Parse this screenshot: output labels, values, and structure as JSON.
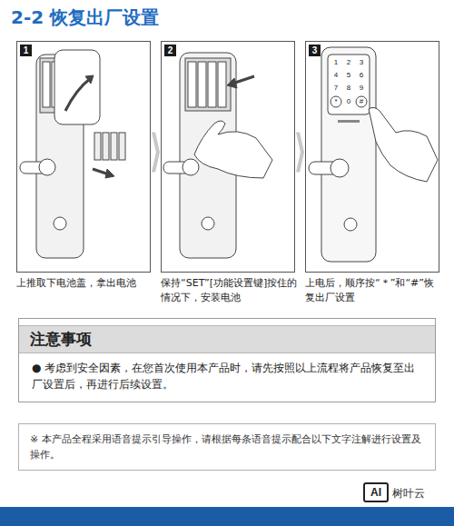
{
  "diagram": {
    "title": "2-2 恢复出厂设置",
    "nodes": [
      {
        "text": [
          "1"
        ]
      },
      {
        "text": [
          "2"
        ]
      },
      {
        "text": [
          "3"
        ]
      },
      {
        "text": [
          "注意事项",
          "● 考虑到安全因素，在您首次使用本产品时，请先按照以上流程将产品恢复至出厂设置后，再进行后续设置。"
        ]
      },
      {
        "text": [
          "※ 本产品全程采用语音提示引导操作，请根据每条语音提示配合以下文字注解进行设置及操作。"
        ]
      }
    ],
    "edges": [
      {
        "from": 0,
        "to": 1,
        "arrow": "to"
      },
      {
        "from": 1,
        "to": 2,
        "arrow": "to"
      }
    ],
    "labels": [
      "上推取下电池盖，拿出电池",
      "保持“SET”[功能设置键]按住的情况下，安装电池",
      "上电后，顺序按“＊”和“#”恢复出厂设置",
      "1",
      "2",
      "3",
      "4",
      "5",
      "6",
      "7",
      "8",
      "9",
      "*",
      "0",
      "#",
      "AI",
      "树叶云"
    ]
  }
}
